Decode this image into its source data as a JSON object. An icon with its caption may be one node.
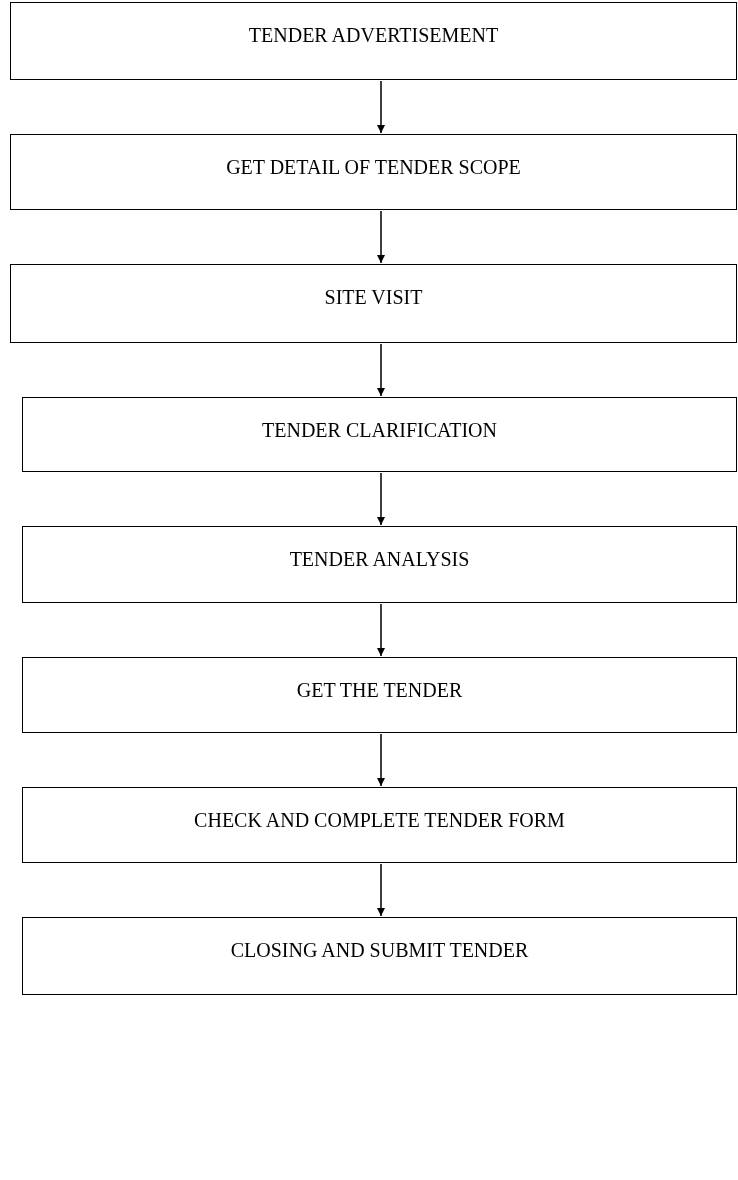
{
  "diagram": {
    "nodes": [
      {
        "text": [
          "TENDER ADVERTISEMENT"
        ]
      },
      {
        "text": [
          "GET DETAIL OF TENDER SCOPE"
        ]
      },
      {
        "text": [
          "SITE VISIT"
        ]
      },
      {
        "text": [
          "TENDER CLARIFICATION"
        ]
      },
      {
        "text": [
          "TENDER ANALYSIS"
        ]
      },
      {
        "text": [
          "GET THE TENDER"
        ]
      },
      {
        "text": [
          "CHECK AND COMPLETE TENDER FORM"
        ]
      },
      {
        "text": [
          "CLOSING AND SUBMIT TENDER"
        ]
      }
    ],
    "edges": [
      {
        "from": 0,
        "to": 1,
        "arrow": "to"
      },
      {
        "from": 1,
        "to": 2,
        "arrow": "to"
      },
      {
        "from": 2,
        "to": 3,
        "arrow": "to"
      },
      {
        "from": 3,
        "to": 4,
        "arrow": "to"
      },
      {
        "from": 4,
        "to": 5,
        "arrow": "to"
      },
      {
        "from": 5,
        "to": 6,
        "arrow": "to"
      },
      {
        "from": 6,
        "to": 7,
        "arrow": "to"
      }
    ]
  }
}
